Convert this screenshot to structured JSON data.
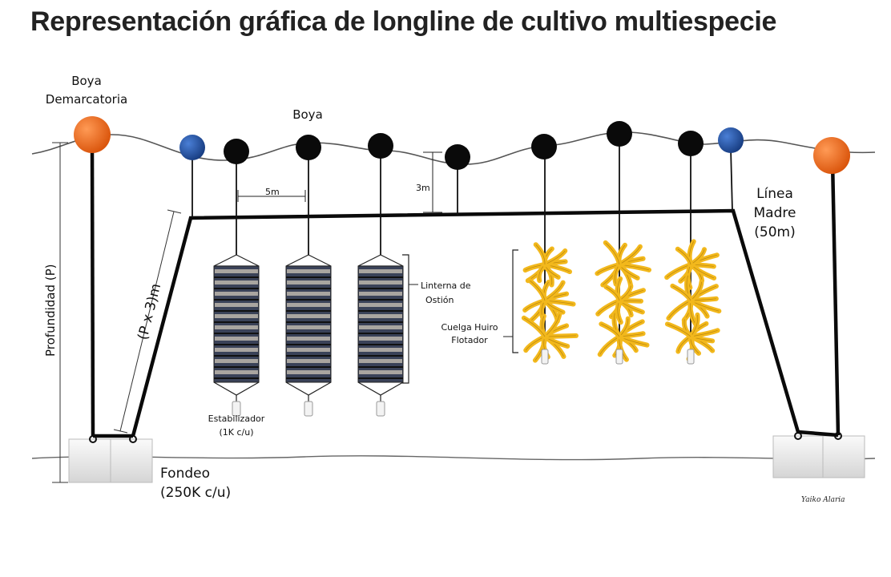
{
  "title": "Representación gráfica de longline de cultivo multiespecie",
  "labels": {
    "boya_demarcatoria_1": "Boya",
    "boya_demarcatoria_2": "Demarcatoria",
    "boya": "Boya",
    "spacing": "5m",
    "depth_buoy": "3m",
    "linea_1": "Línea",
    "linea_2": "Madre",
    "linea_3": "(50m)",
    "profundidad": "Profundidad (P)",
    "diagonal": "(P x 3)m",
    "linterna_1": "Linterna de",
    "linterna_2": "Ostión",
    "cuelga_1": "Cuelga Huiro",
    "cuelga_2": "Flotador",
    "estabilizador_1": "Estabilizador",
    "estabilizador_2": "(1K c/u)",
    "fondeo_1": "Fondeo",
    "fondeo_2": "(250K c/u)",
    "signature": "Yaiko Alaria"
  },
  "colors": {
    "marker_buoy": "#e8620f",
    "blue_buoy": "#1f4fa0",
    "black_buoy": "#0a0a0a",
    "lantern": "#3a4258",
    "seaweed": "#f2b81c",
    "anchor": "#ececec"
  }
}
